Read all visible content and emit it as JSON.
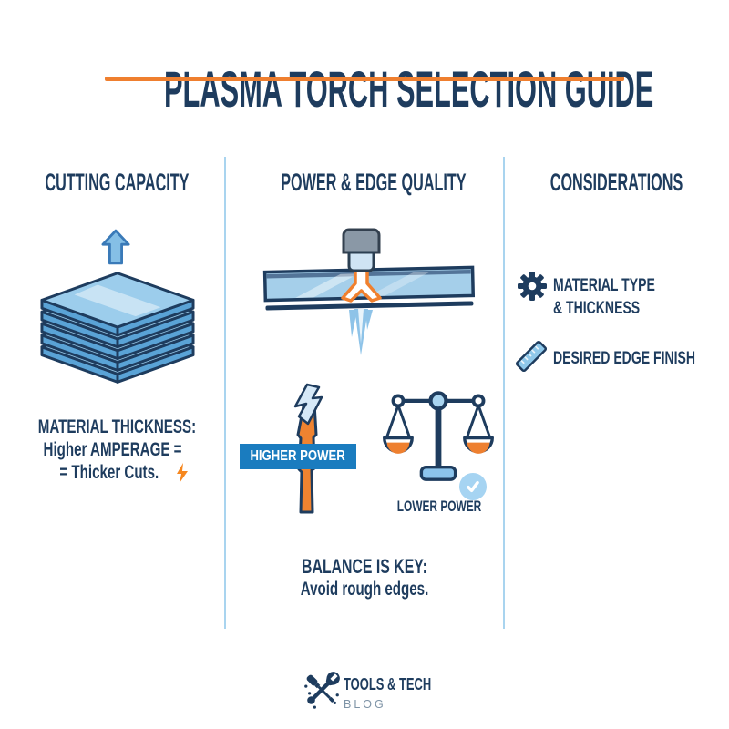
{
  "title": "PLASMA TORCH SELECTION GUIDE",
  "columns": {
    "cutting_capacity": {
      "header": "CUTTING CAPACITY",
      "icons": [
        "up-arrow-icon",
        "metal-plate-stack-icon",
        "lightning-bolt-icon"
      ],
      "caption": {
        "line1": "MATERIAL THICKNESS:",
        "line2": "Higher AMPERAGE =",
        "line3": "= Thicker Cuts."
      }
    },
    "power_edge_quality": {
      "header": "POWER & EDGE QUALITY",
      "icons": [
        "plasma-torch-cutting-icon",
        "flame-column-icon",
        "balance-scale-icon",
        "check-icon"
      ],
      "higher_power_label": "HIGHER POWER",
      "lower_power_label": "LOWER POWER",
      "caption": {
        "line1": "BALANCE IS KEY:",
        "line2": "Avoid rough edges."
      }
    },
    "considerations": {
      "header": "CONSIDERATIONS",
      "items": [
        {
          "icon": "gear-icon",
          "line1": "MATERIAL TYPE",
          "line2": "& THICKNESS"
        },
        {
          "icon": "ruler-icon",
          "line1": "DESIRED EDGE FINISH"
        }
      ]
    }
  },
  "footer": {
    "icon": "crossed-tools-icon",
    "brand": "TOOLS & TECH",
    "sub": "BLOG"
  },
  "colors": {
    "navy": "#1e3c5e",
    "accent_orange": "#ef7f2f",
    "badge_blue": "#1a7cbf",
    "light_blue": "#8fc8ea",
    "pale_blue": "#cfe6f7",
    "divider_blue": "#a9d4ef",
    "blog_gray": "#7e93a6"
  }
}
